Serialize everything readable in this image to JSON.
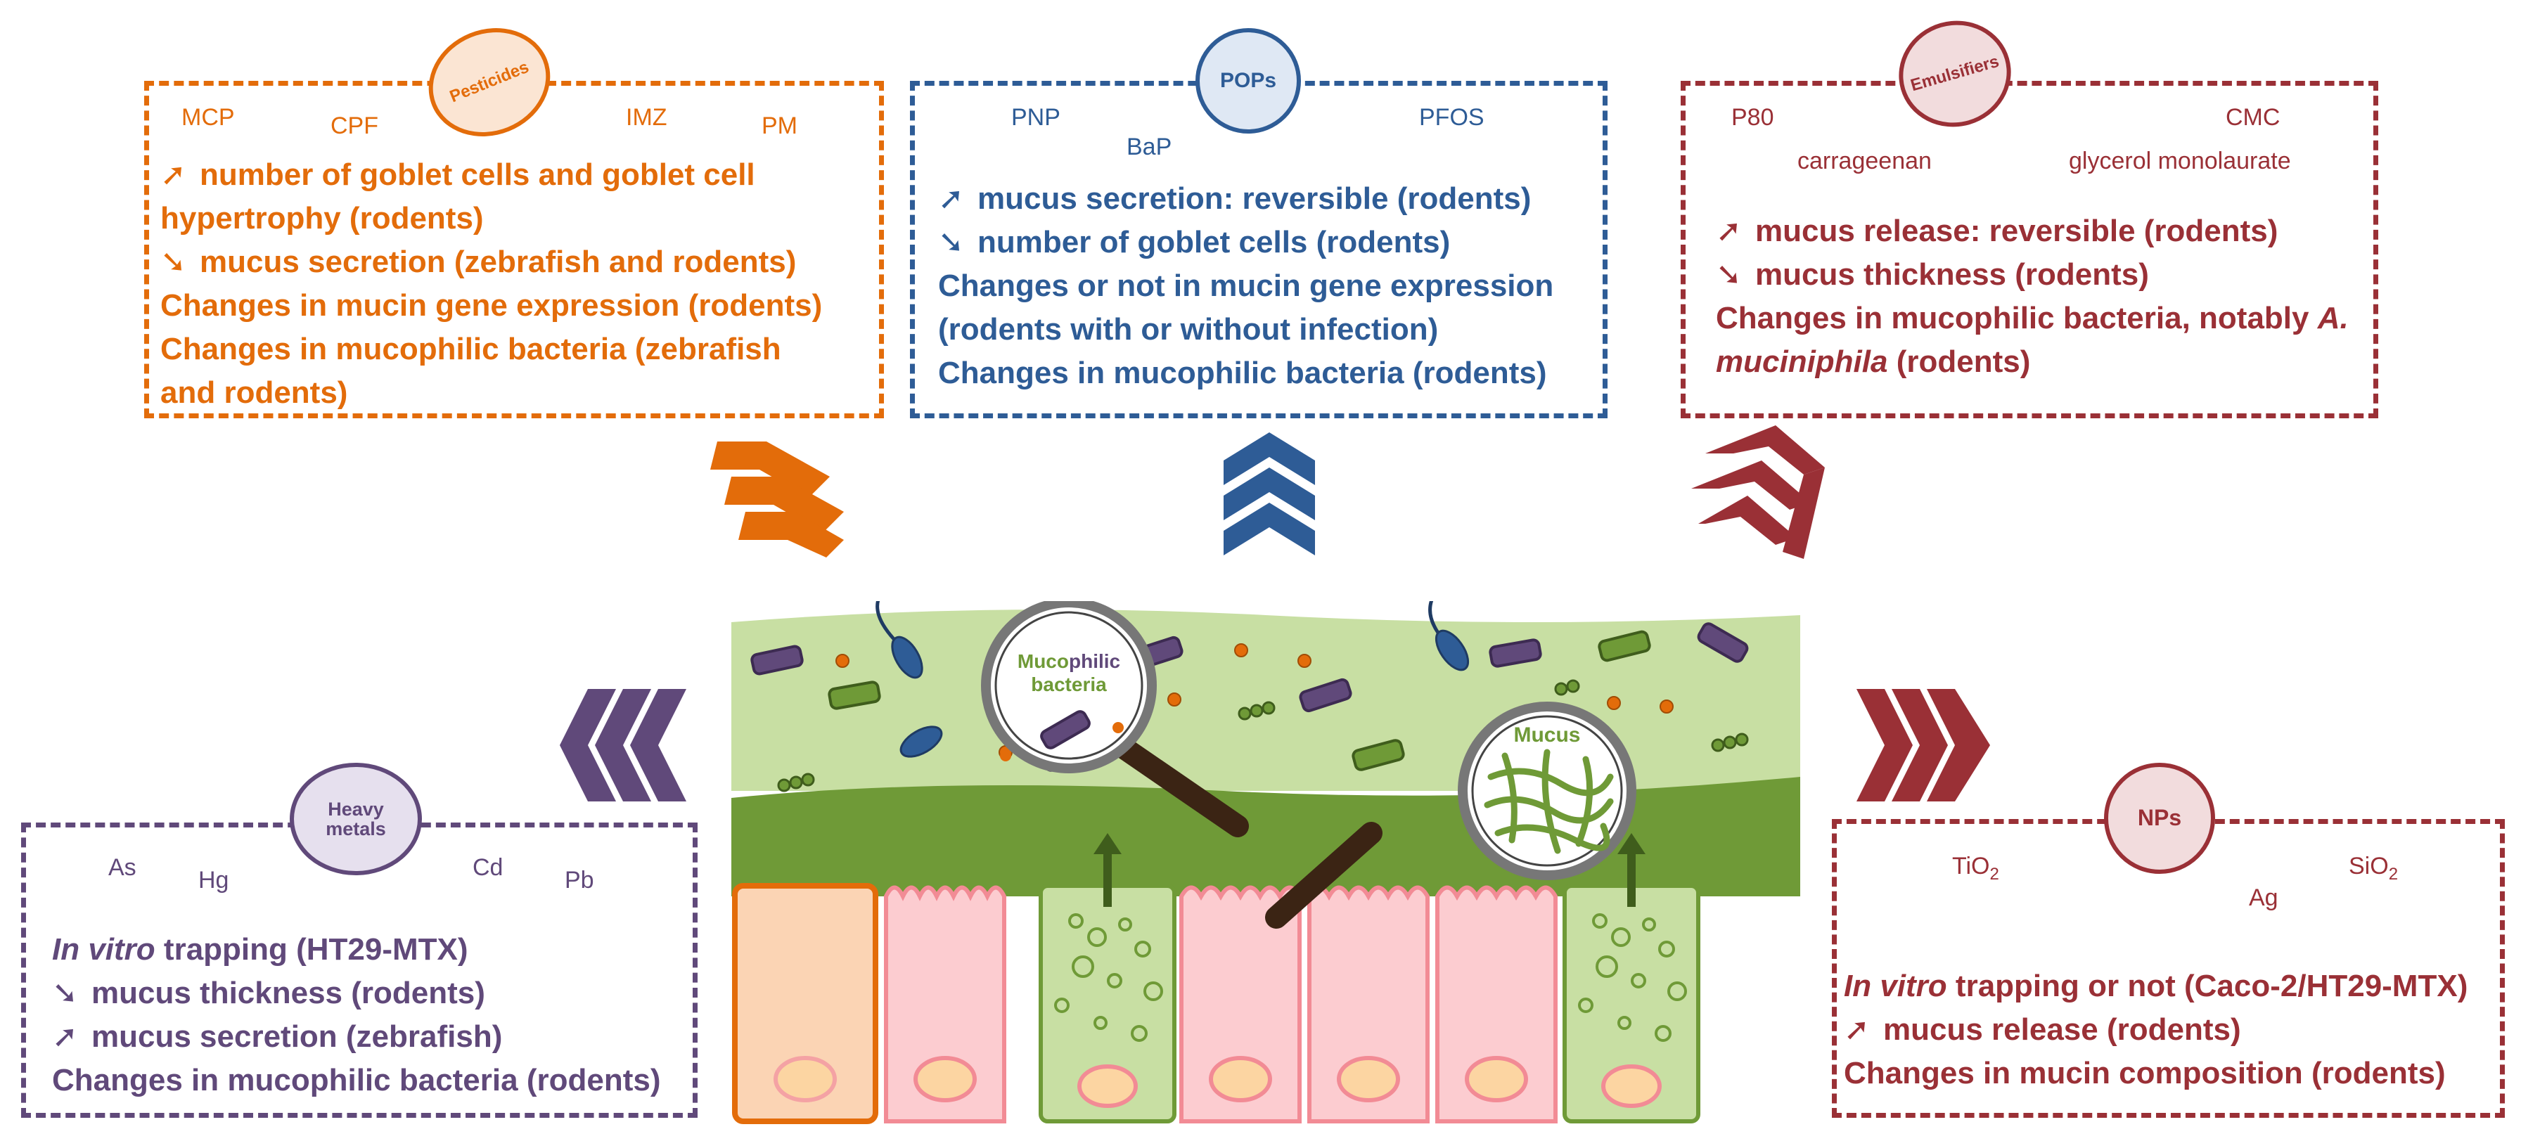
{
  "pesticides": {
    "badge": "Pesticides",
    "agents": [
      "MCP",
      "CPF",
      "IMZ",
      "PM"
    ],
    "effects": [
      {
        "arrow": "up",
        "text": "number of goblet cells and goblet cell"
      },
      {
        "arrow": "",
        "text": "hypertrophy (rodents)"
      },
      {
        "arrow": "down",
        "text": "mucus secretion (zebrafish and rodents)"
      },
      {
        "arrow": "",
        "text": "Changes in mucin gene expression (rodents)"
      },
      {
        "arrow": "",
        "text": "Changes in mucophilic bacteria (zebrafish"
      },
      {
        "arrow": "",
        "text": "and rodents)"
      }
    ]
  },
  "pops": {
    "badge": "POPs",
    "agents": [
      "PNP",
      "BaP",
      "PFOS"
    ],
    "effects": [
      {
        "arrow": "up",
        "text": "mucus secretion: reversible (rodents)"
      },
      {
        "arrow": "down",
        "text": "number of goblet cells (rodents)"
      },
      {
        "arrow": "",
        "text": "Changes or not in mucin gene expression"
      },
      {
        "arrow": "",
        "text": "(rodents with or without infection)"
      },
      {
        "arrow": "",
        "text": "Changes in mucophilic bacteria (rodents)"
      }
    ]
  },
  "emulsifiers": {
    "badge": "Emulsifiers",
    "agents": [
      "P80",
      "CMC",
      "carrageenan",
      "glycerol monolaurate"
    ],
    "effects": [
      {
        "arrow": "up",
        "text": "mucus release: reversible (rodents)"
      },
      {
        "arrow": "down",
        "text": "mucus thickness (rodents)"
      }
    ],
    "effect3_prefix": "Changes in mucophilic bacteria, notably ",
    "effect3_italic": "A.",
    "effect4_italic": "muciniphila",
    "effect4_suffix": " (rodents)"
  },
  "heavy_metals": {
    "badge": "Heavy\nmetals",
    "agents": [
      "As",
      "Hg",
      "Cd",
      "Pb"
    ],
    "effect1_italic": "In vitro",
    "effect1_suffix": " trapping (HT29-MTX)",
    "effects": [
      {
        "arrow": "down",
        "text": "mucus thickness (rodents)"
      },
      {
        "arrow": "up",
        "text": "mucus secretion (zebrafish)"
      },
      {
        "arrow": "",
        "text": "Changes in mucophilic bacteria (rodents)"
      }
    ]
  },
  "nps": {
    "badge": "NPs",
    "agents": {
      "tio2": "TiO",
      "sio2": "SiO",
      "sub": "2",
      "ag": "Ag"
    },
    "effect1_italic": "In vitro",
    "effect1_suffix": " trapping or not (Caco-2/HT29-MTX)",
    "effects": [
      {
        "arrow": "up",
        "text": "mucus release (rodents)"
      },
      {
        "arrow": "",
        "text": "Changes in mucin composition (rodents)"
      }
    ]
  },
  "epithelium": {
    "mag1_label_a": "Muco",
    "mag1_label_b": "philic",
    "mag1_label_c": "bacteria",
    "mag2_label": "Mucus"
  },
  "colors": {
    "orange": "#e36c0a",
    "blue": "#2e5c96",
    "red": "#9a3036",
    "purple": "#60497a",
    "mucus_outer": "#c8dfa3",
    "mucus_inner": "#6f9a37"
  }
}
